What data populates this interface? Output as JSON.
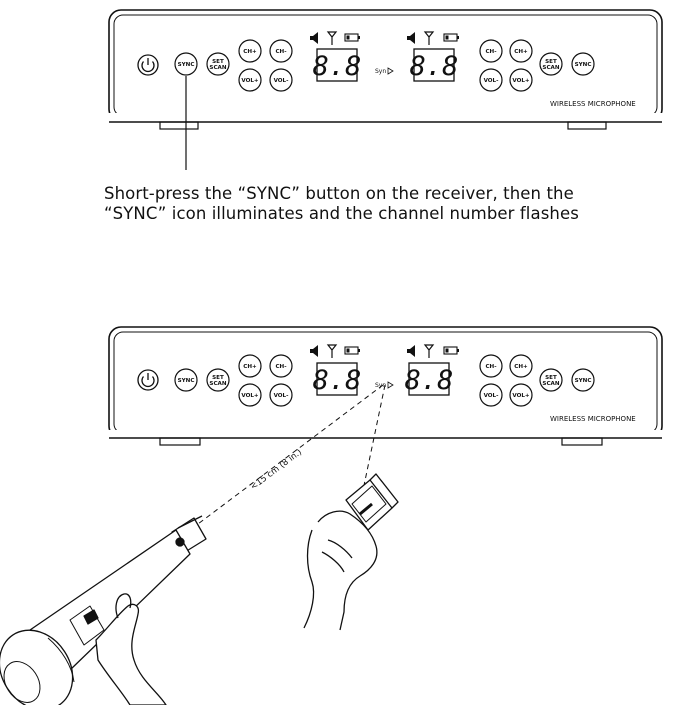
{
  "receiver": {
    "brand_label": "WIRELESS MICROPHONE",
    "sync_indicator": "Syn",
    "left": {
      "sync_button": "SYNC",
      "set_button": "SET",
      "scan_button": "SCAN",
      "ch_plus": "CH+",
      "ch_minus": "CH-",
      "vol_plus": "VOL+",
      "vol_minus": "VOL-",
      "display": "8.8"
    },
    "right": {
      "ch_minus": "CH-",
      "ch_plus": "CH+",
      "vol_minus": "VOL-",
      "vol_plus": "VOL+",
      "set_button": "SET",
      "scan_button": "SCAN",
      "sync_button": "SYNC",
      "display": "8.8"
    }
  },
  "step1": {
    "caption_line1": "Short-press the “SYNC” button on the receiver, then the",
    "caption_line2": "“SYNC” icon illuminates and the channel number flashes"
  },
  "step2": {
    "distance_label": "<15 cm (8 in.)"
  },
  "colors": {
    "line": "#111111",
    "background": "#ffffff"
  }
}
